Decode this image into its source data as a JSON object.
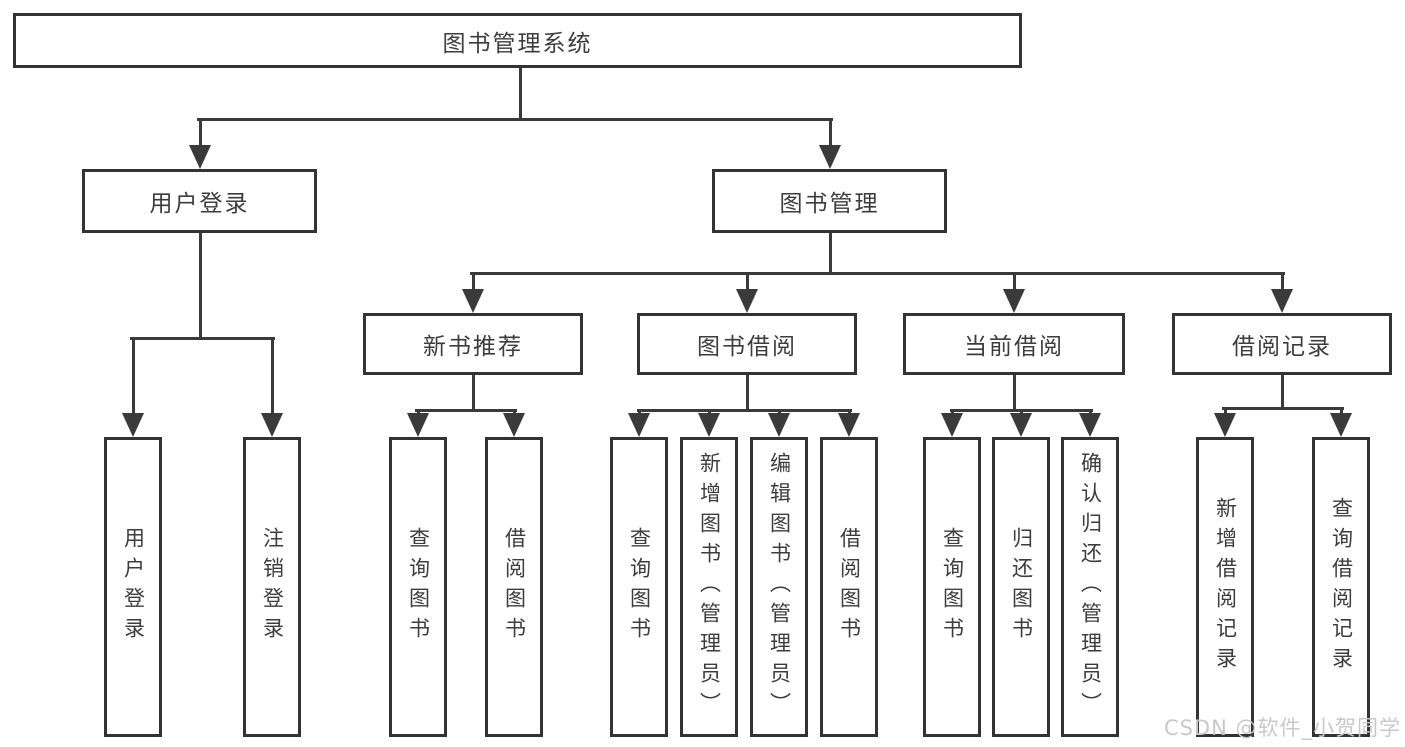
{
  "diagram": {
    "title": "图书管理系统",
    "root": {
      "label": "图书管理系统"
    },
    "branches": [
      {
        "label": "用户登录",
        "children": [
          {
            "label": "用户登录"
          },
          {
            "label": "注销登录"
          }
        ]
      },
      {
        "label": "图书管理",
        "children": [
          {
            "label": "新书推荐",
            "children": [
              {
                "label": "查询图书"
              },
              {
                "label": "借阅图书"
              }
            ]
          },
          {
            "label": "图书借阅",
            "children": [
              {
                "label": "查询图书"
              },
              {
                "label": "新增图书（管理员）"
              },
              {
                "label": "编辑图书（管理员）"
              },
              {
                "label": "借阅图书"
              }
            ]
          },
          {
            "label": "当前借阅",
            "children": [
              {
                "label": "查询图书"
              },
              {
                "label": "归还图书"
              },
              {
                "label": "确认归还（管理员）"
              }
            ]
          },
          {
            "label": "借阅记录",
            "children": [
              {
                "label": "新增借阅记录"
              },
              {
                "label": "查询借阅记录"
              }
            ]
          }
        ]
      }
    ]
  },
  "watermark": {
    "text": "CSDN @软件_小贺同学"
  },
  "colors": {
    "background": "#ffffff",
    "box_border": "#333333",
    "line": "#3a3a3a",
    "text": "#3d3d3d",
    "watermark": "#c9c9c9"
  }
}
